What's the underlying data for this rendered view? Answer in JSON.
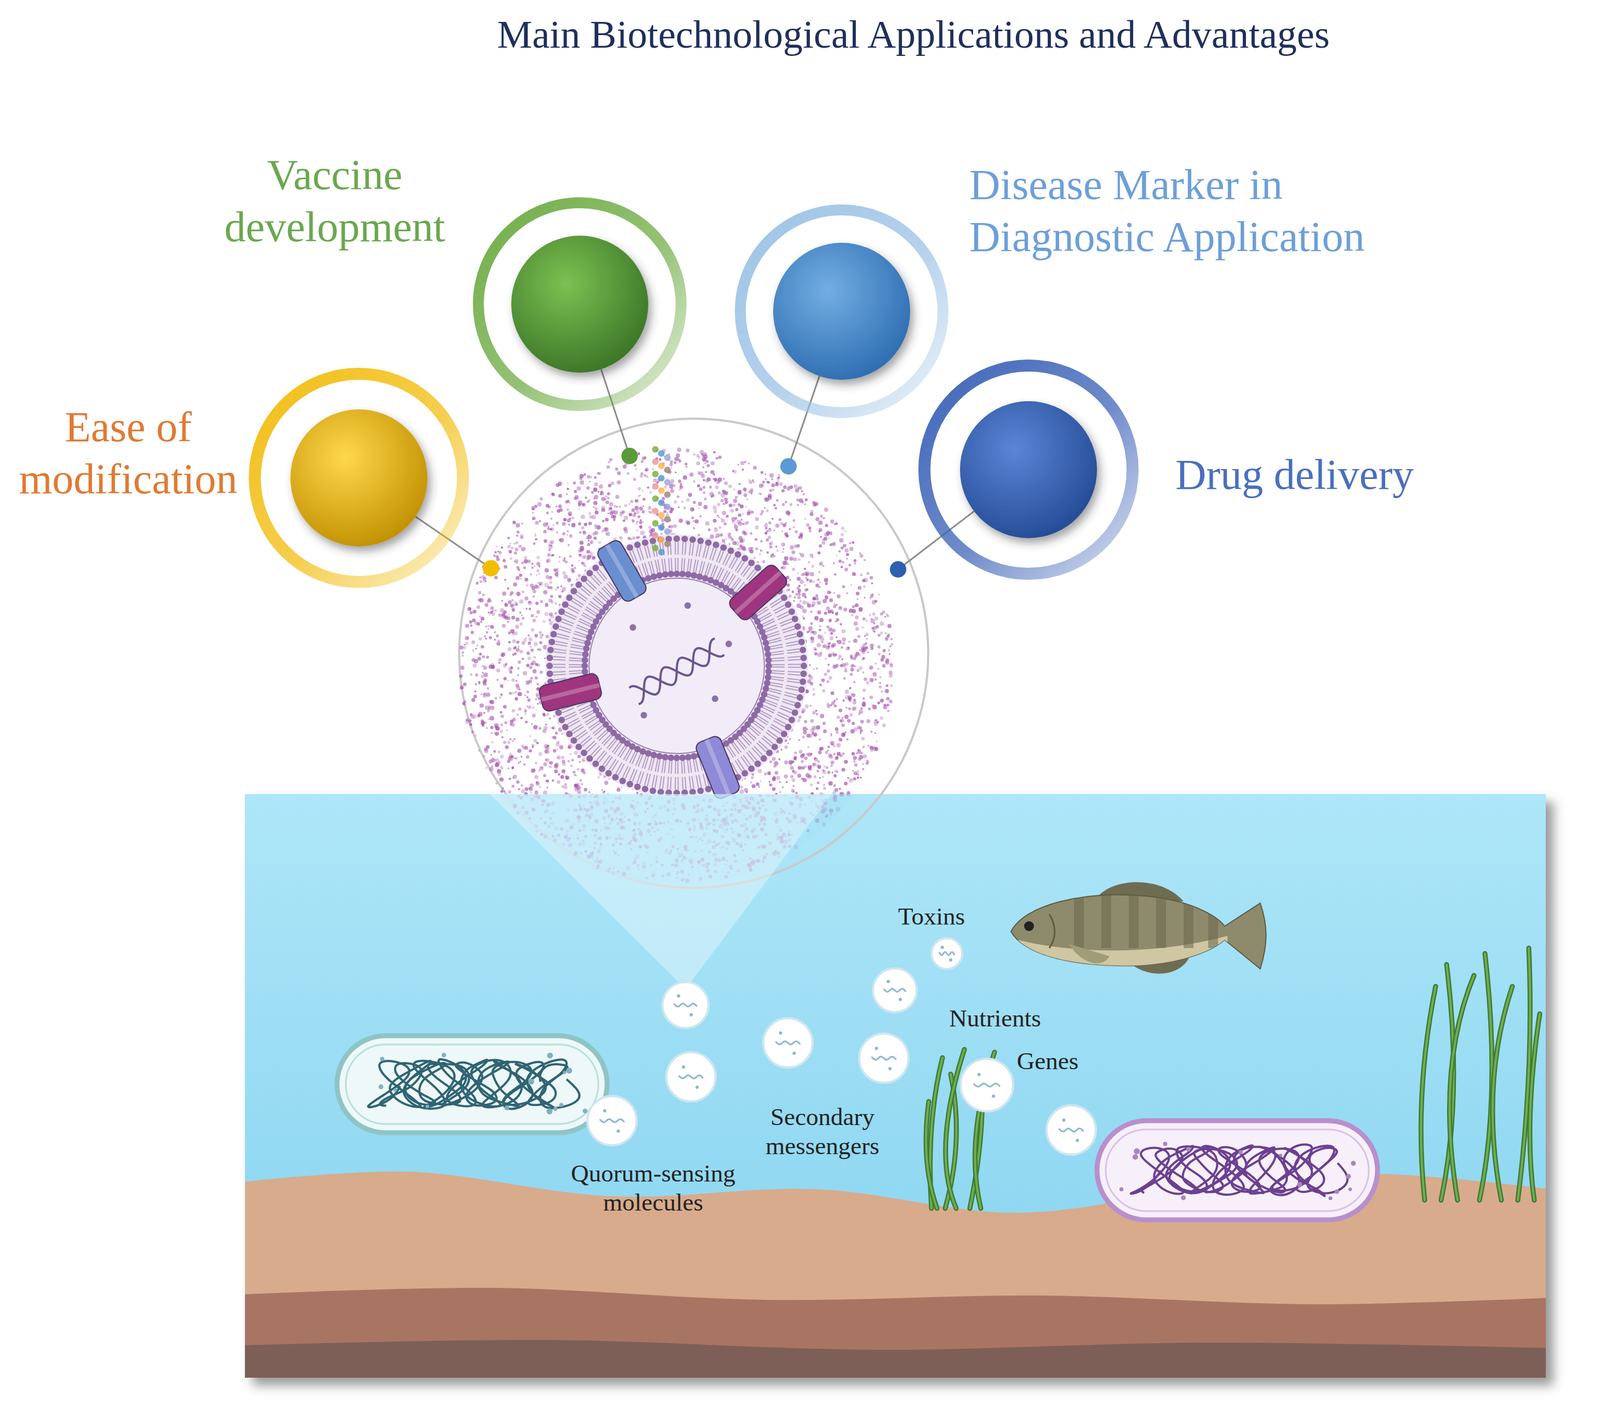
{
  "diagram": {
    "title": "Main Biotechnological Applications and Advantages",
    "nodes": [
      {
        "text": [
          "Ease of modification"
        ]
      },
      {
        "text": [
          "Vaccine development"
        ]
      },
      {
        "text": [
          "Disease Marker in Diagnostic Application"
        ]
      },
      {
        "text": [
          "Drug delivery"
        ]
      }
    ],
    "labels": [
      "Toxins",
      "Nutrients",
      "Genes",
      "Secondary messengers",
      "Quorum-sensing molecules"
    ]
  }
}
